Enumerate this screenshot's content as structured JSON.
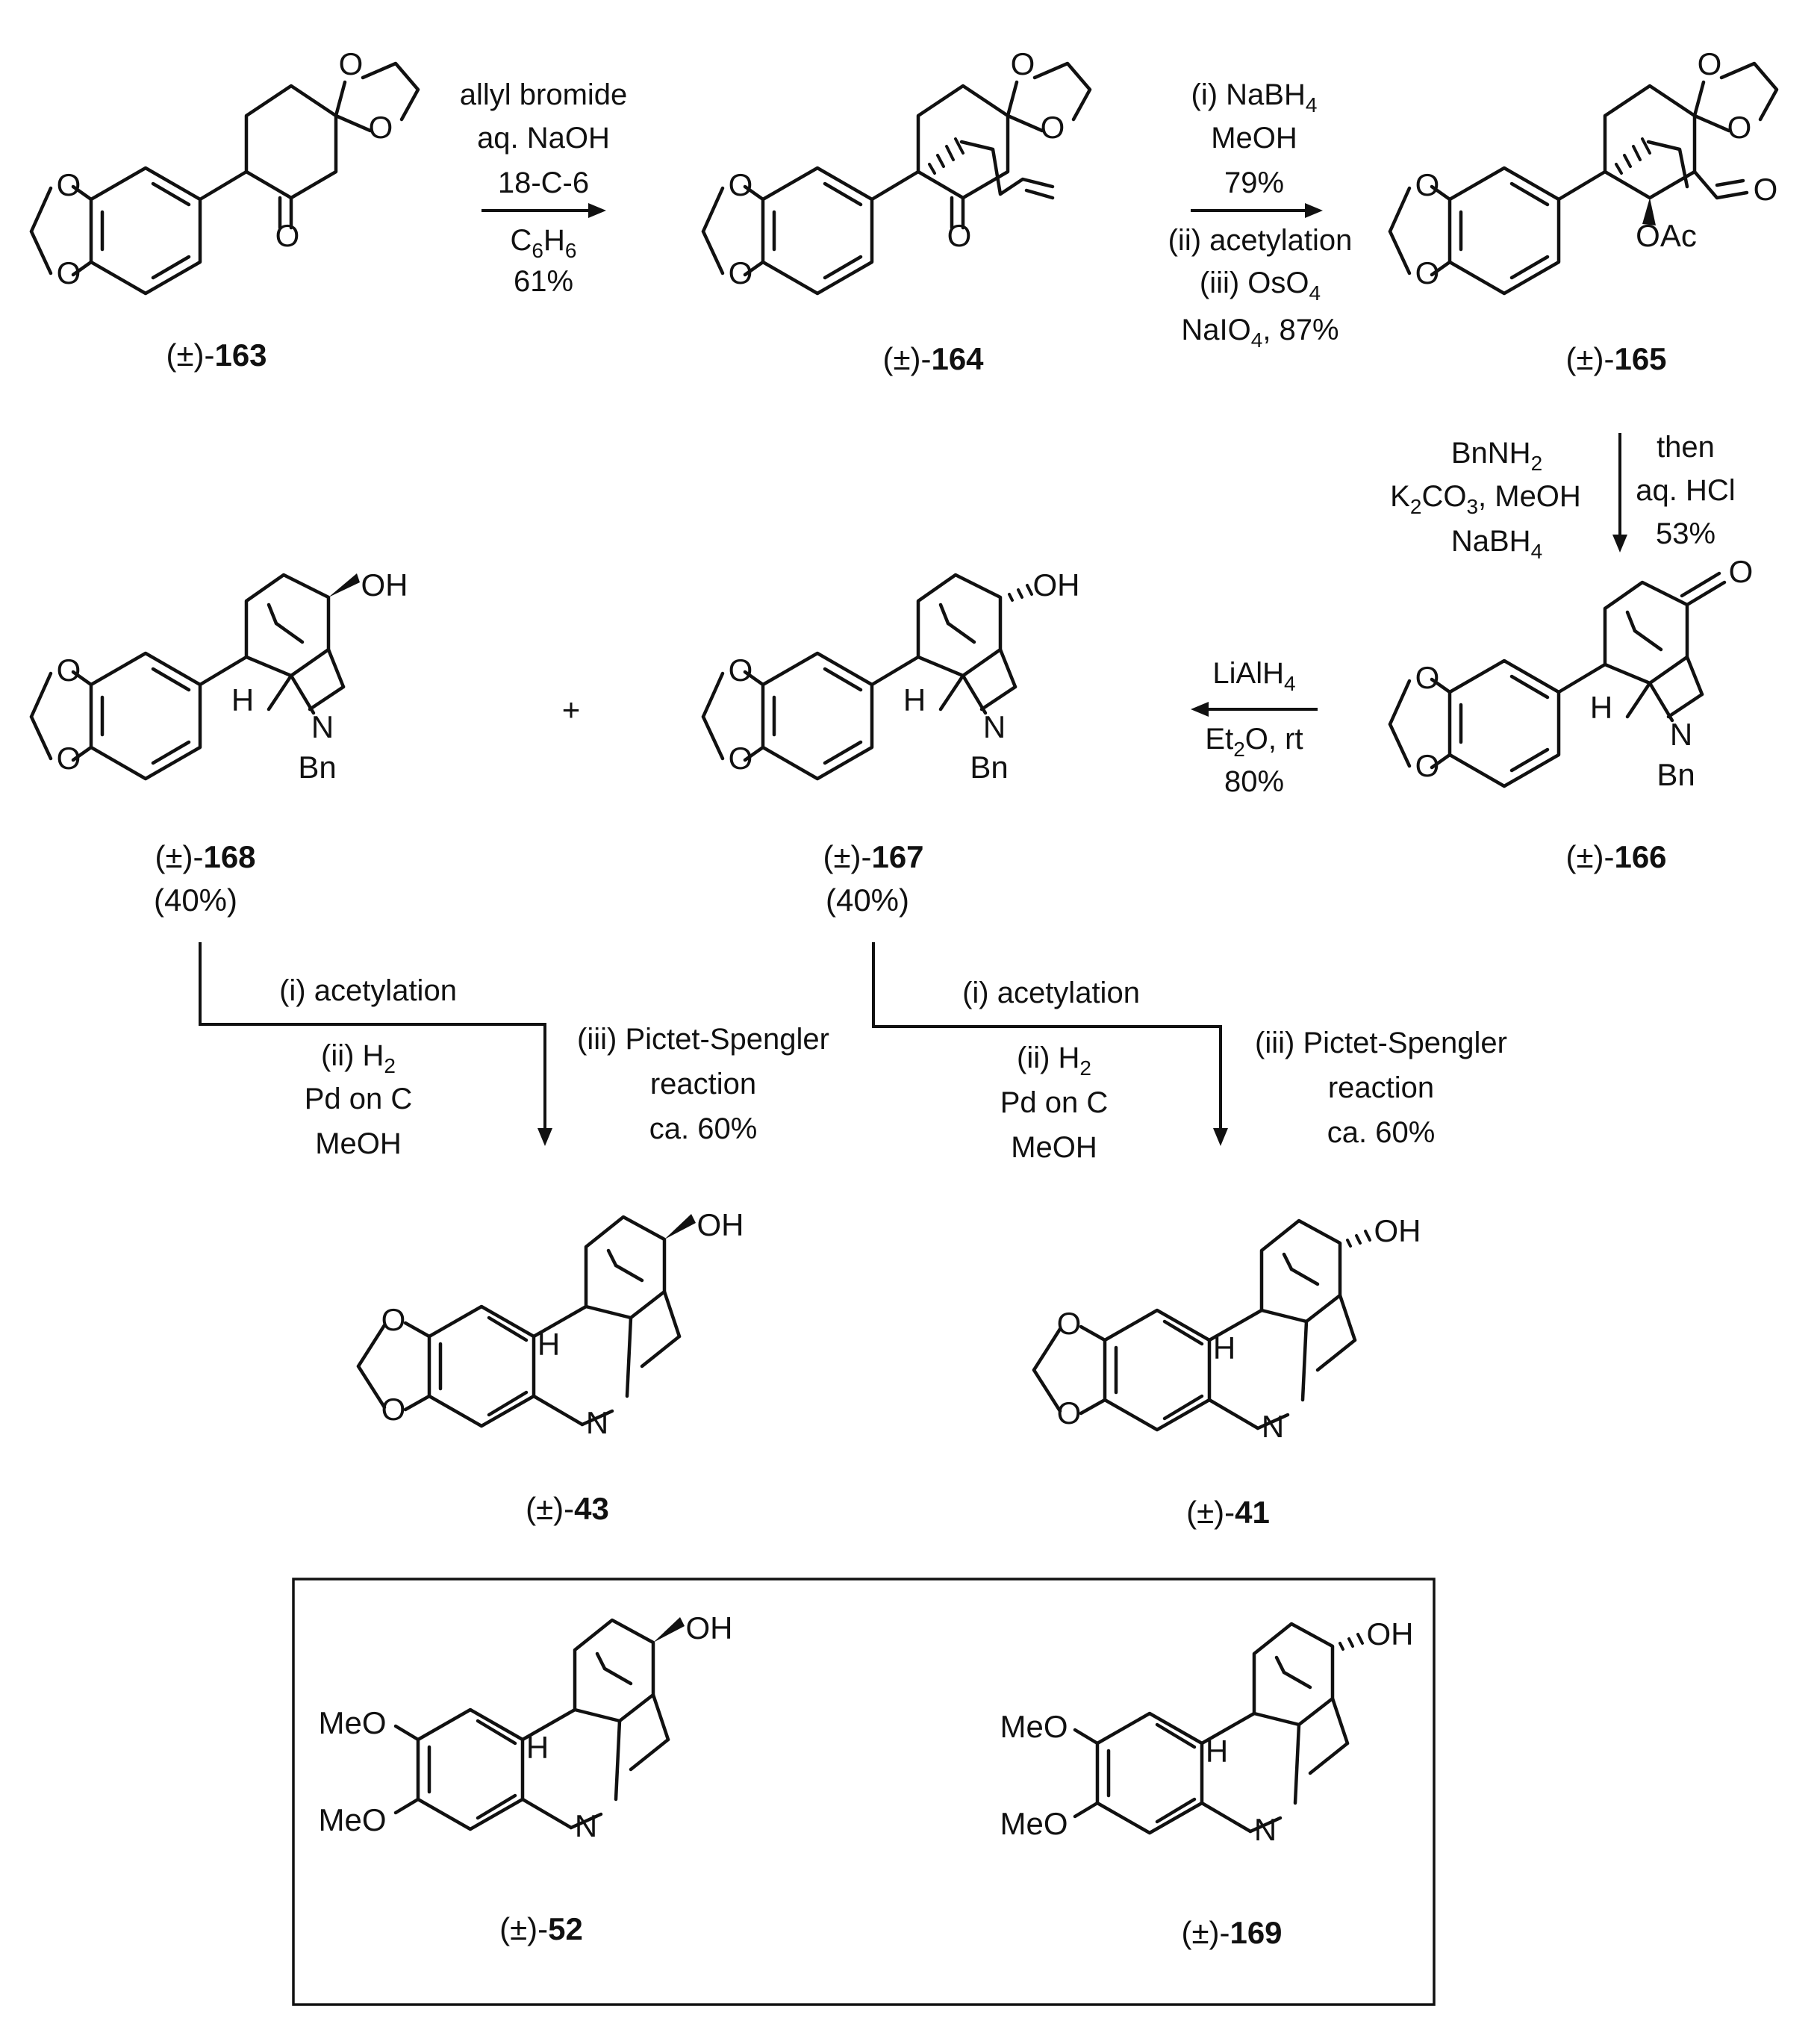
{
  "compounds": {
    "c163": {
      "label_prefix": "(±)-",
      "number": "163"
    },
    "c164": {
      "label_prefix": "(±)-",
      "number": "164"
    },
    "c165": {
      "label_prefix": "(±)-",
      "number": "165"
    },
    "c166": {
      "label_prefix": "(±)-",
      "number": "166"
    },
    "c167": {
      "label_prefix": "(±)-",
      "number": "167",
      "yield": "(40%)"
    },
    "c168": {
      "label_prefix": "(±)-",
      "number": "168",
      "yield": "(40%)"
    },
    "c43": {
      "label_prefix": "(±)-",
      "number": "43"
    },
    "c41": {
      "label_prefix": "(±)-",
      "number": "41"
    },
    "c52": {
      "label_prefix": "(±)-",
      "number": "52"
    },
    "c169": {
      "label_prefix": "(±)-",
      "number": "169"
    }
  },
  "steps": {
    "s1": {
      "above": [
        "allyl bromide",
        "aq. NaOH",
        "18-C-6"
      ],
      "below_formula": [
        "C",
        "6",
        "H",
        "6"
      ],
      "yield": "61%"
    },
    "s2": {
      "nabh4": [
        "(i) NaBH",
        "4"
      ],
      "meoh": "MeOH",
      "y1": "79%",
      "acetyl": "(ii) acetylation",
      "oso4": [
        "(iii) OsO",
        "4"
      ],
      "naio4": [
        "NaIO",
        "4",
        ", 87%"
      ]
    },
    "s3": {
      "left": {
        "bnnh2": [
          "BnNH",
          "2"
        ],
        "k2co3": [
          "K",
          "2",
          "CO",
          "3",
          ", MeOH"
        ],
        "nabh4": [
          "NaBH",
          "4"
        ]
      },
      "right": [
        "then",
        "aq. HCl",
        "53%"
      ]
    },
    "s4": {
      "lialh4": [
        "LiAlH",
        "4"
      ],
      "et2o": [
        "Et",
        "2",
        "O, rt"
      ],
      "yield": "80%"
    },
    "s5": {
      "acetyl": "(i) acetylation",
      "h2": [
        "(ii) H",
        "2"
      ],
      "pd": "Pd on C",
      "meoh": "MeOH",
      "ps": [
        "(iii) Pictet-Spengler",
        "reaction",
        "ca. 60%"
      ]
    },
    "s6": {
      "acetyl": "(i) acetylation",
      "h2": [
        "(ii) H",
        "2"
      ],
      "pd": "Pd on C",
      "meoh": "MeOH",
      "ps": [
        "(iii) Pictet-Spengler",
        "reaction",
        "ca. 60%"
      ]
    }
  },
  "atoms": {
    "o": "O",
    "oh": "OH",
    "oac": "OAc",
    "h": "H",
    "n": "N",
    "bn": "Bn",
    "meo": "MeO"
  },
  "plus": "+"
}
